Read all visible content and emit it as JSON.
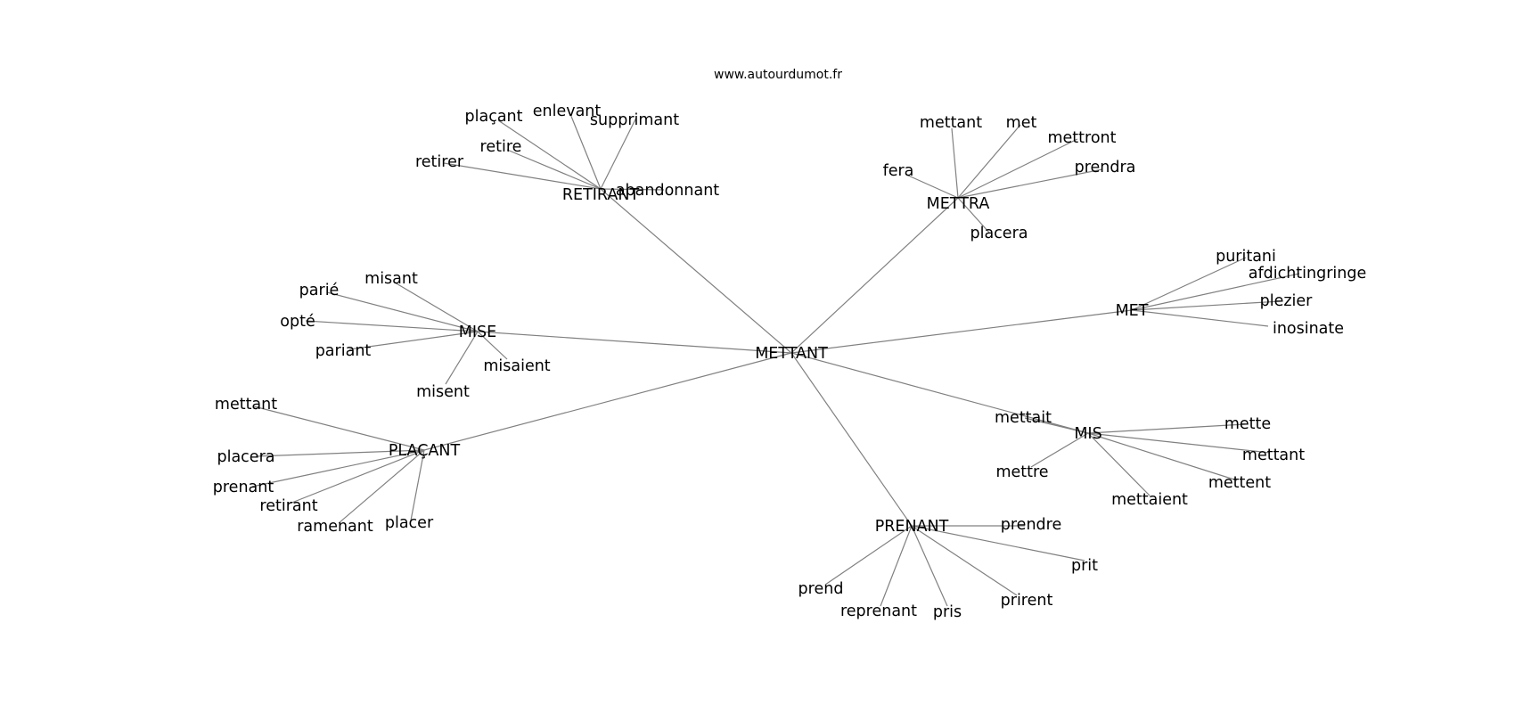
{
  "diagram": {
    "type": "word-association-graph",
    "source_text": "www.autourdumot.fr",
    "center": "METTANT",
    "clusters": [
      {
        "hub": "RETIRANT",
        "leaves": [
          "plaçant",
          "enlevant",
          "supprimant",
          "retire",
          "retirer",
          "abandonnant"
        ]
      },
      {
        "hub": "METTRA",
        "leaves": [
          "mettant",
          "met",
          "mettront",
          "fera",
          "prendra",
          "placera"
        ]
      },
      {
        "hub": "MET",
        "leaves": [
          "puritani",
          "afdichtingringe",
          "plezier",
          "inosinate"
        ]
      },
      {
        "hub": "MISE",
        "leaves": [
          "misant",
          "parié",
          "opté",
          "pariant",
          "misaient",
          "misent"
        ]
      },
      {
        "hub": "PLAÇANT",
        "leaves": [
          "mettant",
          "placera",
          "prenant",
          "retirant",
          "ramenant",
          "placer"
        ]
      },
      {
        "hub": "MIS",
        "leaves": [
          "mettait",
          "mette",
          "mettant",
          "mettre",
          "mettent",
          "mettaient"
        ]
      },
      {
        "hub": "PRENANT",
        "leaves": [
          "prendre",
          "prit",
          "prend",
          "reprenant",
          "pris",
          "prirent"
        ]
      }
    ]
  }
}
